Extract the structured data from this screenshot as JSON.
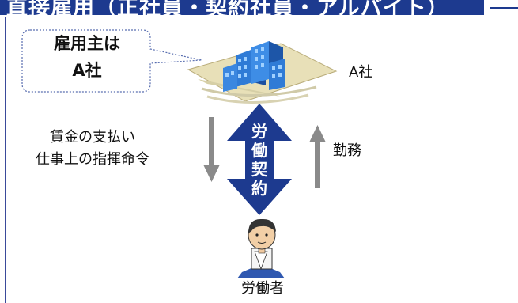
{
  "header": {
    "title": "直接雇用（正社員・契約社員・アルバイト）"
  },
  "callout": {
    "line1": "雇用主は",
    "line2": "A社"
  },
  "company": {
    "label": "A社",
    "icon": "office-building-icon"
  },
  "left_arrow": {
    "line1": "賃金の支払い",
    "line2": "仕事上の指揮命令"
  },
  "right_arrow": {
    "label": "勤務"
  },
  "contract": {
    "chars": [
      "労",
      "働",
      "契",
      "約"
    ]
  },
  "worker": {
    "label": "労働者",
    "icon": "worker-person-icon"
  },
  "colors": {
    "navy": "#1d3a8f",
    "arrow_gray": "#8a8a8a",
    "building_blue": "#2f7bd6"
  }
}
